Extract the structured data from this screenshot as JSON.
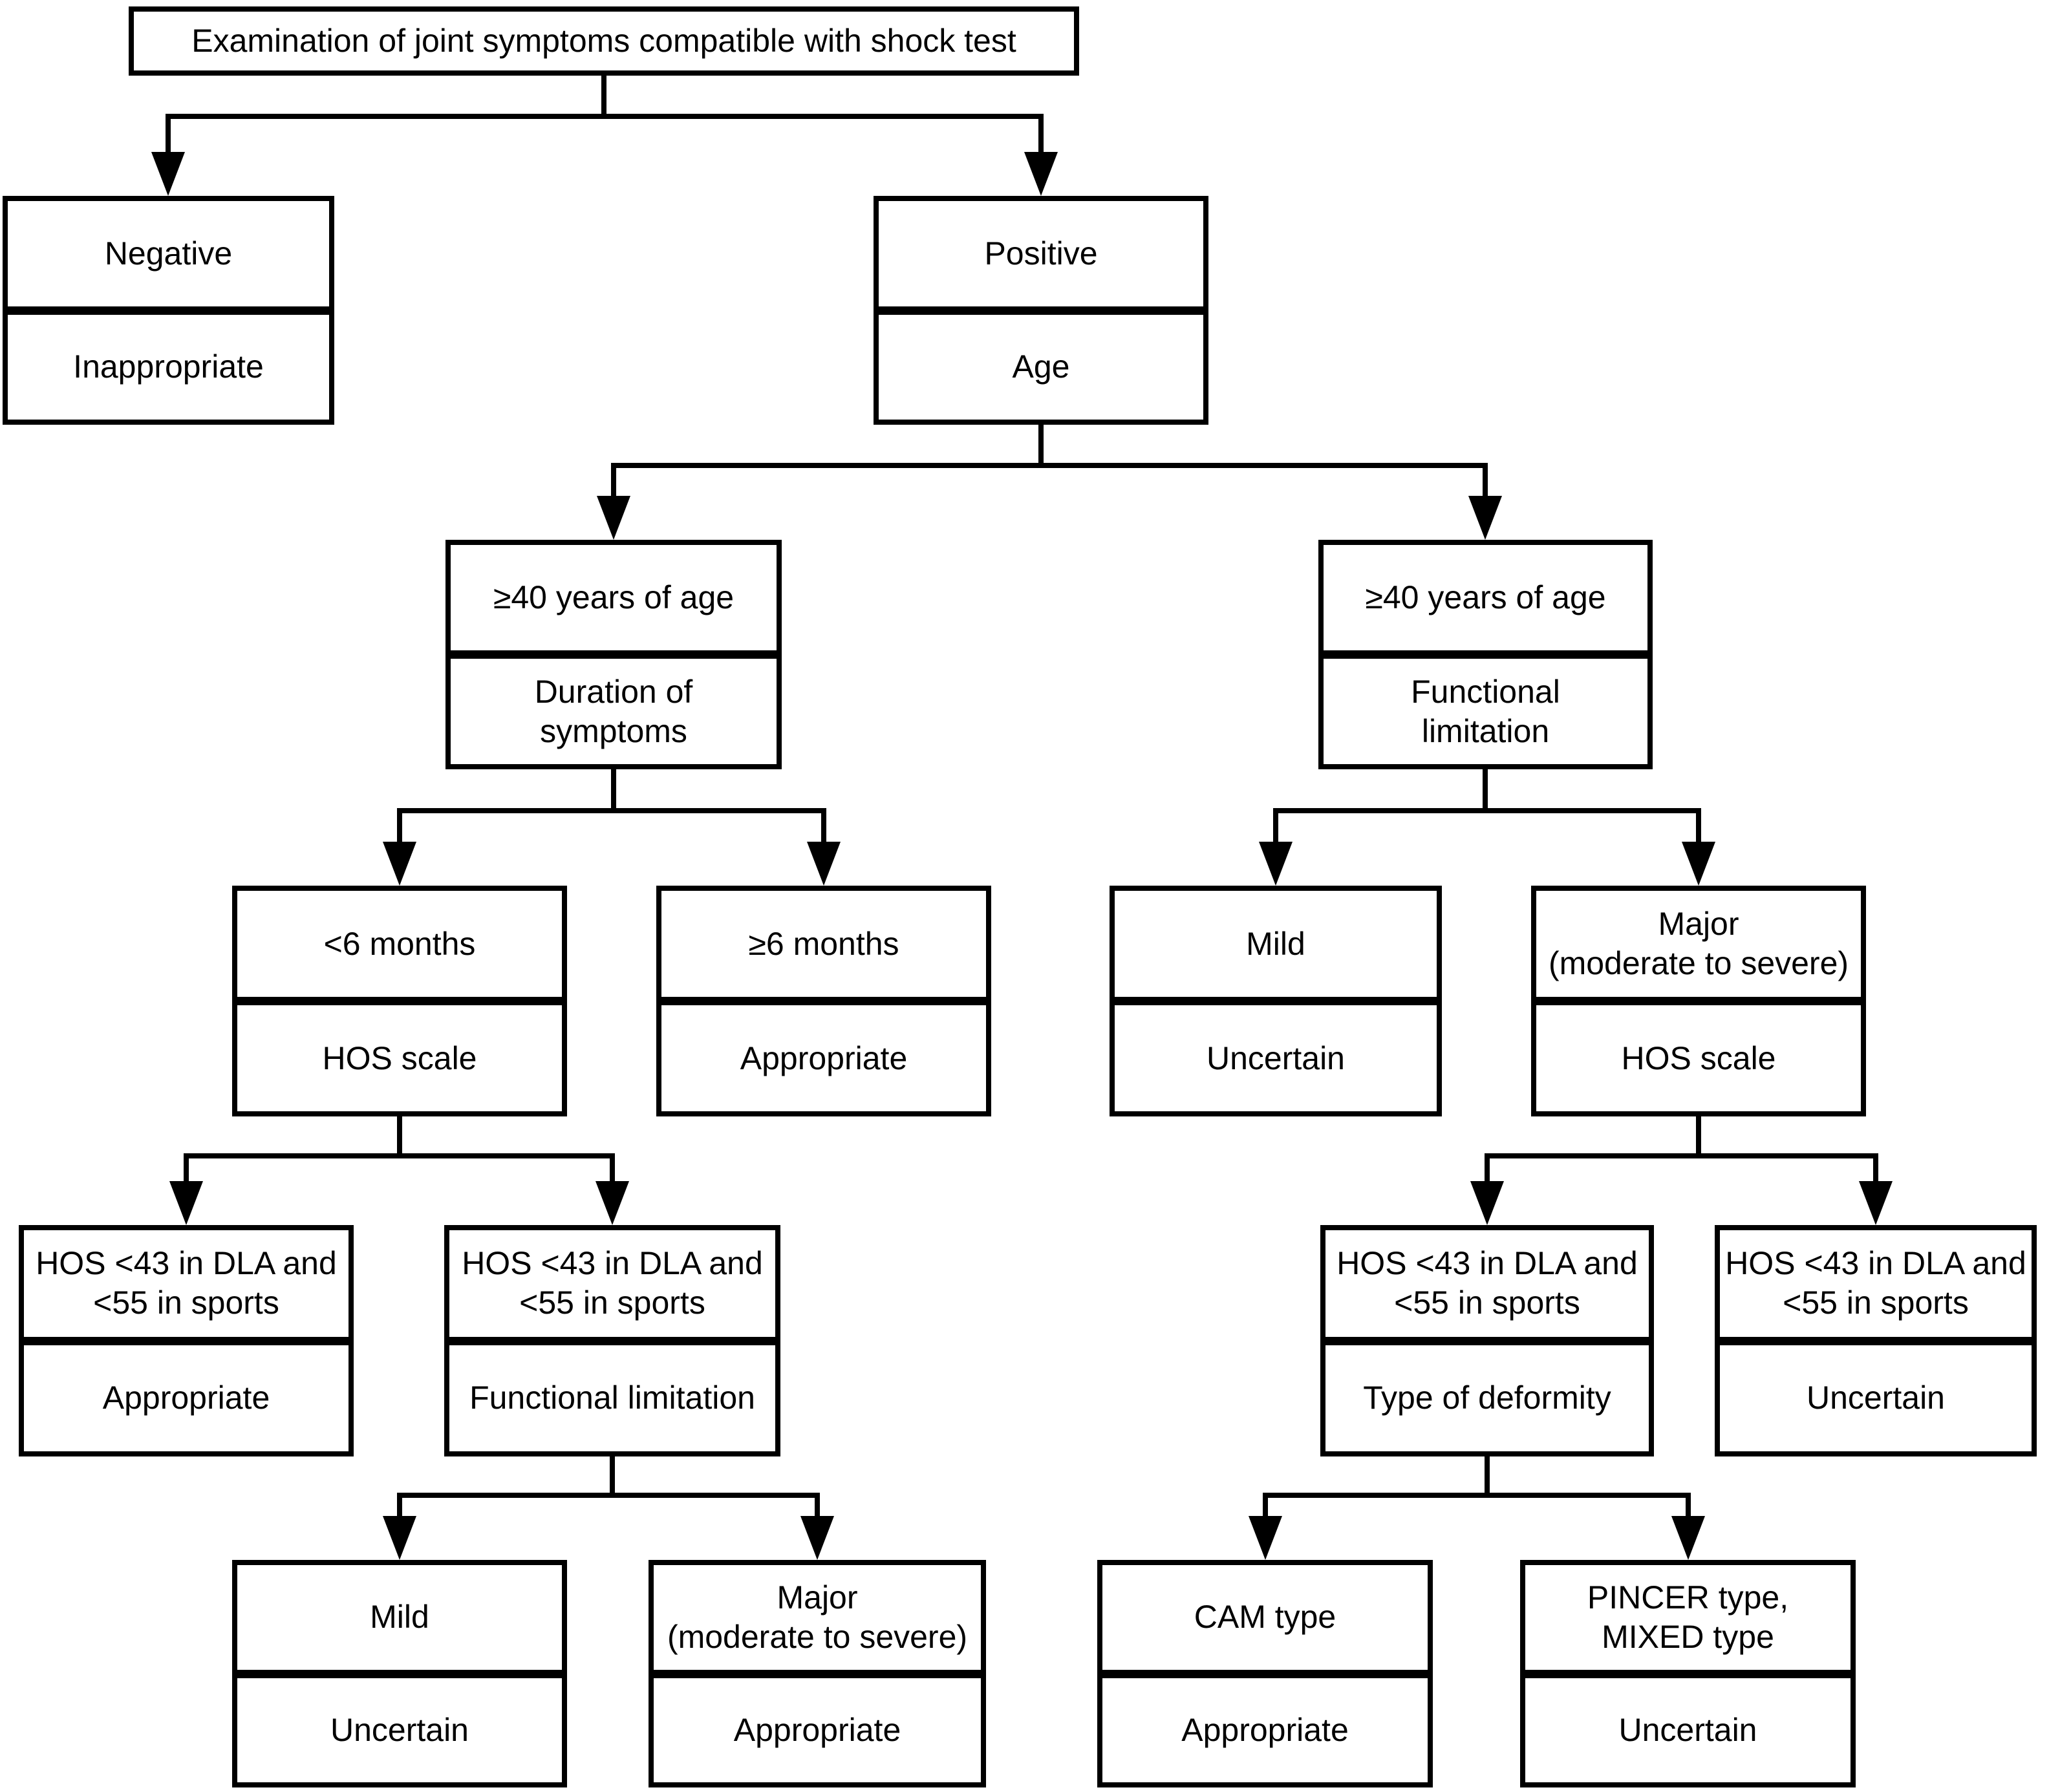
{
  "flowchart": {
    "root": "Examination of joint symptoms compatible with shock test",
    "nodes": [
      {
        "id": "negative",
        "top": "Negative",
        "bottom": "Inappropriate"
      },
      {
        "id": "positive",
        "top": "Positive",
        "bottom": "Age"
      },
      {
        "id": "age-ge40-duration",
        "top": "≥40 years of age",
        "bottom": "Duration of\nsymptoms"
      },
      {
        "id": "age-ge40-functional",
        "top": "≥40 years of age",
        "bottom": "Functional\nlimitation"
      },
      {
        "id": "lt6-months",
        "top": "<6 months",
        "bottom": "HOS scale"
      },
      {
        "id": "ge6-months",
        "top": "≥6 months",
        "bottom": "Appropriate"
      },
      {
        "id": "mild-mid",
        "top": "Mild",
        "bottom": "Uncertain"
      },
      {
        "id": "major-mid",
        "top": "Major\n(moderate to severe)",
        "bottom": "HOS scale"
      },
      {
        "id": "hos-appropriate",
        "top": "HOS <43 in DLA and\n<55 in sports",
        "bottom": "Appropriate"
      },
      {
        "id": "hos-functional",
        "top": "HOS <43 in DLA and\n<55 in sports",
        "bottom": "Functional limitation"
      },
      {
        "id": "hos-deformity",
        "top": "HOS <43 in DLA and\n<55 in sports",
        "bottom": "Type of deformity"
      },
      {
        "id": "hos-uncertain",
        "top": "HOS <43 in DLA and\n<55 in sports",
        "bottom": "Uncertain"
      },
      {
        "id": "mild-bottom",
        "top": "Mild",
        "bottom": "Uncertain"
      },
      {
        "id": "major-bottom",
        "top": "Major\n(moderate to severe)",
        "bottom": "Appropriate"
      },
      {
        "id": "cam-type",
        "top": "CAM type",
        "bottom": "Appropriate"
      },
      {
        "id": "pincer-type",
        "top": "PINCER type,\nMIXED type",
        "bottom": "Uncertain"
      }
    ]
  }
}
